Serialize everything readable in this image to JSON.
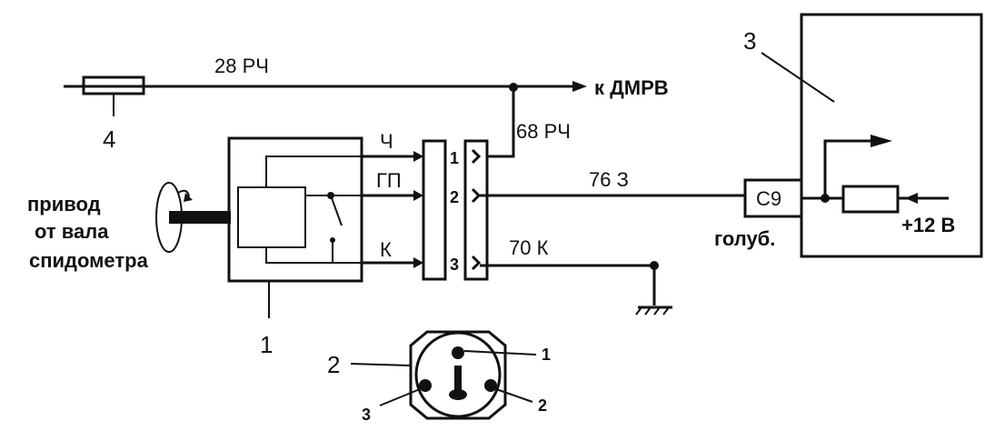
{
  "wires": {
    "top": "28 РЧ",
    "tap": "68 РЧ",
    "signal": "76 З",
    "ground": "70 К"
  },
  "labels": {
    "to_dmrv": "к ДМРВ",
    "drive_line1": "привод",
    "drive_line2": "от вала",
    "drive_line3": "спидометра",
    "connector_color": "голуб.",
    "supply": "+12 В",
    "connector_code": "С9"
  },
  "sensor_wires": {
    "ch": "Ч",
    "gp": "ГП",
    "k": "К"
  },
  "pins": [
    "1",
    "2",
    "3"
  ],
  "callouts": {
    "sensor": "1",
    "plug": "2",
    "ecu": "3",
    "fuse": "4"
  },
  "plug_view": {
    "pin1": "1",
    "pin2": "2",
    "pin3": "3"
  }
}
